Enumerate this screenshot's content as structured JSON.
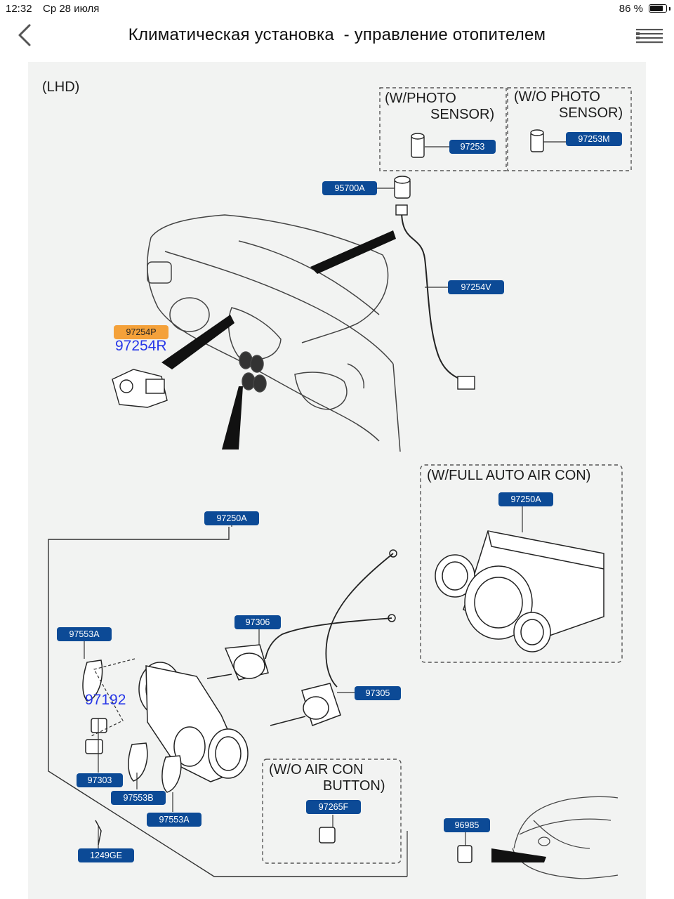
{
  "status_bar": {
    "time": "12:32",
    "date": "Ср 28 июля",
    "battery": "86 %",
    "battery_level": 0.86
  },
  "header": {
    "title": "Климатическая установка  - управление отопителем",
    "back_icon": "chevron-left-icon",
    "menu_icon": "list-menu-icon"
  },
  "diagram": {
    "region_label": "(LHD)",
    "sections": {
      "w_photo_sensor": [
        "(W/PHOTO",
        "SENSOR)"
      ],
      "wo_photo_sensor": [
        "(W/O PHOTO",
        "SENSOR)"
      ],
      "w_full_auto_air_con": "(W/FULL AUTO AIR CON)",
      "wo_air_con_button": [
        "(W/O AIR CON",
        "BUTTON)"
      ]
    },
    "parts": {
      "p97253": "97253",
      "p97253M": "97253M",
      "p95700A": "95700A",
      "p97254V": "97254V",
      "p97254P": "97254P",
      "p97254R": "97254R",
      "p97250A_auto": "97250A",
      "p97250A": "97250A",
      "p97306": "97306",
      "p97553A_top": "97553A",
      "p97192": "97192",
      "p97305": "97305",
      "p97303": "97303",
      "p97553B": "97553B",
      "p97553A_bottom": "97553A",
      "p97265F": "97265F",
      "p96985": "96985",
      "p1249GE": "1249GE"
    },
    "colors": {
      "tag_blue": "#0c4a96",
      "tag_orange": "#f4a13a",
      "link_blue": "#2636e8",
      "background": "#f2f3f2"
    }
  }
}
